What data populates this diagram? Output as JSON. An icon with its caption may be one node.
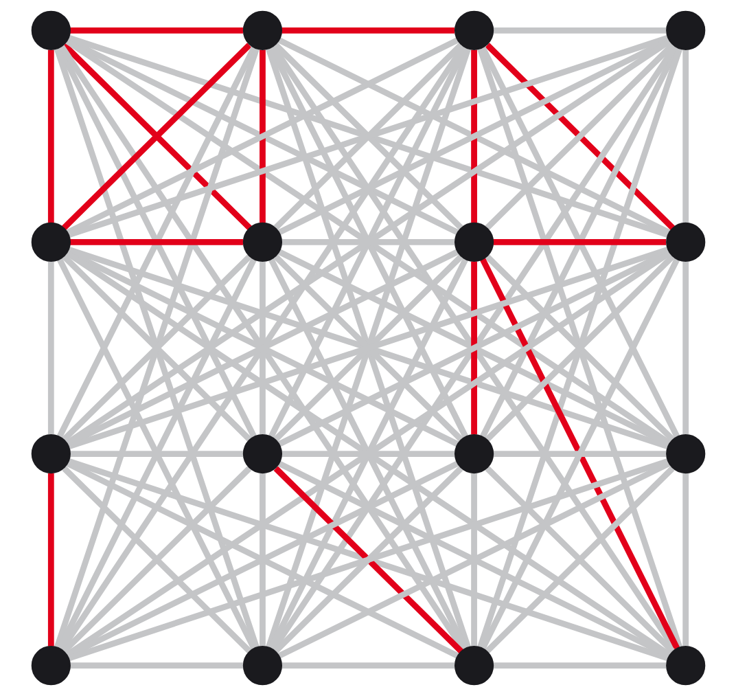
{
  "diagram": {
    "nodes": [
      {
        "text": [],
        "shape": "circle"
      },
      {
        "text": [],
        "shape": "circle"
      },
      {
        "text": [],
        "shape": "circle"
      },
      {
        "text": [],
        "shape": "circle"
      },
      {
        "text": [],
        "shape": "circle"
      },
      {
        "text": [],
        "shape": "circle"
      },
      {
        "text": [],
        "shape": "circle"
      },
      {
        "text": [],
        "shape": "circle"
      },
      {
        "text": [],
        "shape": "circle"
      },
      {
        "text": [],
        "shape": "circle"
      },
      {
        "text": [],
        "shape": "circle"
      },
      {
        "text": [],
        "shape": "circle"
      },
      {
        "text": [],
        "shape": "circle"
      },
      {
        "text": [],
        "shape": "circle"
      },
      {
        "text": [],
        "shape": "circle"
      },
      {
        "text": [],
        "shape": "circle"
      }
    ],
    "edges": [
      {
        "from": 0,
        "to": 1,
        "arrow": "none",
        "color": "#e2001a"
      },
      {
        "from": 0,
        "to": 4,
        "arrow": "none",
        "color": "#e2001a"
      },
      {
        "from": 0,
        "to": 5,
        "arrow": "none",
        "color": "#e2001a"
      },
      {
        "from": 0,
        "to": 6,
        "arrow": "none"
      },
      {
        "from": 0,
        "to": 7,
        "arrow": "none"
      },
      {
        "from": 0,
        "to": 9,
        "arrow": "none"
      },
      {
        "from": 0,
        "to": 11,
        "arrow": "none"
      },
      {
        "from": 0,
        "to": 13,
        "arrow": "none"
      },
      {
        "from": 0,
        "to": 14,
        "arrow": "none"
      },
      {
        "from": 1,
        "to": 2,
        "arrow": "none",
        "color": "#e2001a"
      },
      {
        "from": 1,
        "to": 4,
        "arrow": "none",
        "color": "#e2001a"
      },
      {
        "from": 1,
        "to": 5,
        "arrow": "none",
        "color": "#e2001a"
      },
      {
        "from": 1,
        "to": 6,
        "arrow": "none"
      },
      {
        "from": 1,
        "to": 7,
        "arrow": "none"
      },
      {
        "from": 1,
        "to": 8,
        "arrow": "none"
      },
      {
        "from": 1,
        "to": 10,
        "arrow": "none"
      },
      {
        "from": 1,
        "to": 12,
        "arrow": "none"
      },
      {
        "from": 1,
        "to": 14,
        "arrow": "none"
      },
      {
        "from": 1,
        "to": 15,
        "arrow": "none"
      },
      {
        "from": 2,
        "to": 3,
        "arrow": "none"
      },
      {
        "from": 2,
        "to": 4,
        "arrow": "none"
      },
      {
        "from": 2,
        "to": 5,
        "arrow": "none"
      },
      {
        "from": 2,
        "to": 6,
        "arrow": "none",
        "color": "#e2001a"
      },
      {
        "from": 2,
        "to": 7,
        "arrow": "none",
        "color": "#e2001a"
      },
      {
        "from": 2,
        "to": 9,
        "arrow": "none"
      },
      {
        "from": 2,
        "to": 11,
        "arrow": "none"
      },
      {
        "from": 2,
        "to": 12,
        "arrow": "none"
      },
      {
        "from": 2,
        "to": 13,
        "arrow": "none"
      },
      {
        "from": 2,
        "to": 15,
        "arrow": "none"
      },
      {
        "from": 3,
        "to": 4,
        "arrow": "none"
      },
      {
        "from": 3,
        "to": 5,
        "arrow": "none"
      },
      {
        "from": 3,
        "to": 6,
        "arrow": "none"
      },
      {
        "from": 3,
        "to": 7,
        "arrow": "none"
      },
      {
        "from": 3,
        "to": 8,
        "arrow": "none"
      },
      {
        "from": 3,
        "to": 10,
        "arrow": "none"
      },
      {
        "from": 3,
        "to": 13,
        "arrow": "none"
      },
      {
        "from": 3,
        "to": 14,
        "arrow": "none"
      },
      {
        "from": 4,
        "to": 5,
        "arrow": "none",
        "color": "#e2001a"
      },
      {
        "from": 4,
        "to": 8,
        "arrow": "none"
      },
      {
        "from": 4,
        "to": 9,
        "arrow": "none"
      },
      {
        "from": 4,
        "to": 10,
        "arrow": "none"
      },
      {
        "from": 4,
        "to": 11,
        "arrow": "none"
      },
      {
        "from": 4,
        "to": 13,
        "arrow": "none"
      },
      {
        "from": 4,
        "to": 15,
        "arrow": "none"
      },
      {
        "from": 5,
        "to": 6,
        "arrow": "none"
      },
      {
        "from": 5,
        "to": 8,
        "arrow": "none"
      },
      {
        "from": 5,
        "to": 9,
        "arrow": "none"
      },
      {
        "from": 5,
        "to": 10,
        "arrow": "none"
      },
      {
        "from": 5,
        "to": 11,
        "arrow": "none"
      },
      {
        "from": 5,
        "to": 12,
        "arrow": "none"
      },
      {
        "from": 5,
        "to": 14,
        "arrow": "none"
      },
      {
        "from": 6,
        "to": 7,
        "arrow": "none",
        "color": "#e2001a"
      },
      {
        "from": 6,
        "to": 8,
        "arrow": "none"
      },
      {
        "from": 6,
        "to": 9,
        "arrow": "none"
      },
      {
        "from": 6,
        "to": 10,
        "arrow": "none",
        "color": "#e2001a"
      },
      {
        "from": 6,
        "to": 11,
        "arrow": "none"
      },
      {
        "from": 6,
        "to": 13,
        "arrow": "none"
      },
      {
        "from": 6,
        "to": 15,
        "arrow": "none",
        "color": "#e2001a"
      },
      {
        "from": 7,
        "to": 8,
        "arrow": "none"
      },
      {
        "from": 7,
        "to": 9,
        "arrow": "none"
      },
      {
        "from": 7,
        "to": 10,
        "arrow": "none"
      },
      {
        "from": 7,
        "to": 11,
        "arrow": "none"
      },
      {
        "from": 7,
        "to": 12,
        "arrow": "none"
      },
      {
        "from": 7,
        "to": 14,
        "arrow": "none"
      },
      {
        "from": 8,
        "to": 9,
        "arrow": "none"
      },
      {
        "from": 8,
        "to": 12,
        "arrow": "none",
        "color": "#e2001a"
      },
      {
        "from": 8,
        "to": 13,
        "arrow": "none"
      },
      {
        "from": 8,
        "to": 14,
        "arrow": "none"
      },
      {
        "from": 8,
        "to": 15,
        "arrow": "none"
      },
      {
        "from": 9,
        "to": 10,
        "arrow": "none"
      },
      {
        "from": 9,
        "to": 12,
        "arrow": "none"
      },
      {
        "from": 9,
        "to": 13,
        "arrow": "none"
      },
      {
        "from": 9,
        "to": 14,
        "arrow": "none",
        "color": "#e2001a"
      },
      {
        "from": 9,
        "to": 15,
        "arrow": "none"
      },
      {
        "from": 10,
        "to": 11,
        "arrow": "none"
      },
      {
        "from": 10,
        "to": 12,
        "arrow": "none"
      },
      {
        "from": 10,
        "to": 13,
        "arrow": "none"
      },
      {
        "from": 10,
        "to": 14,
        "arrow": "none"
      },
      {
        "from": 10,
        "to": 15,
        "arrow": "none"
      },
      {
        "from": 11,
        "to": 12,
        "arrow": "none"
      },
      {
        "from": 11,
        "to": 13,
        "arrow": "none"
      },
      {
        "from": 11,
        "to": 14,
        "arrow": "none"
      },
      {
        "from": 11,
        "to": 15,
        "arrow": "none"
      },
      {
        "from": 12,
        "to": 13,
        "arrow": "none"
      },
      {
        "from": 13,
        "to": 14,
        "arrow": "none"
      },
      {
        "from": 14,
        "to": 15,
        "arrow": "none"
      }
    ]
  }
}
